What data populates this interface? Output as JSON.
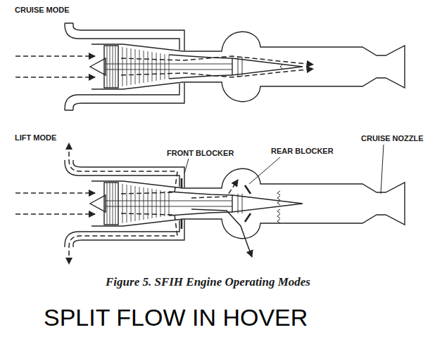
{
  "diagram": {
    "caption": "Figure 5.  SFIH Engine Operating Modes",
    "labels": [
      "CRUISE MODE",
      "LIFT MODE",
      "FRONT BLOCKER",
      "REAR BLOCKER",
      "CRUISE NOZZLE",
      "SPLIT FLOW IN HOVER"
    ]
  }
}
